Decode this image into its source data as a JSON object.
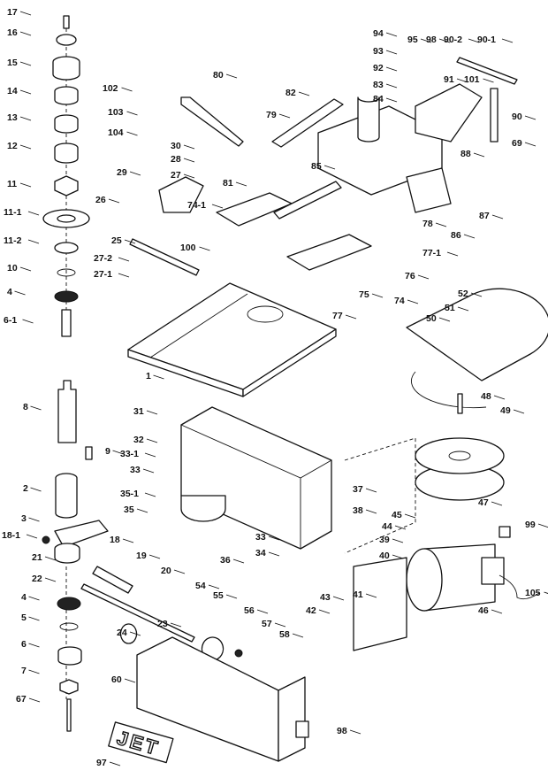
{
  "title": "Exploded parts diagram",
  "logo_text": "JET",
  "part_labels": [
    "17",
    "16",
    "15",
    "14",
    "13",
    "12",
    "11",
    "11-1",
    "11-2",
    "10",
    "4",
    "6-1",
    "1",
    "8",
    "9",
    "2",
    "3",
    "18-1",
    "21",
    "22",
    "4",
    "5",
    "6",
    "7",
    "67",
    "18",
    "19",
    "20",
    "24",
    "23",
    "54",
    "55",
    "56",
    "57",
    "58",
    "60",
    "97",
    "98",
    "102",
    "103",
    "104",
    "30",
    "28",
    "27",
    "29",
    "26",
    "25",
    "27-2",
    "27-1",
    "100",
    "80",
    "79",
    "81",
    "82",
    "74-1",
    "94",
    "93",
    "92",
    "83",
    "84",
    "95",
    "98",
    "90-2",
    "90-1",
    "91",
    "101",
    "90",
    "69",
    "85",
    "88",
    "87",
    "86",
    "78",
    "77-1",
    "76",
    "75",
    "74",
    "77",
    "52",
    "51",
    "50",
    "31",
    "32",
    "33-1",
    "33",
    "35-1",
    "35",
    "36",
    "33",
    "34",
    "37",
    "38",
    "48",
    "49",
    "47",
    "45",
    "44",
    "39",
    "40",
    "41",
    "43",
    "42",
    "46",
    "99",
    "105"
  ]
}
